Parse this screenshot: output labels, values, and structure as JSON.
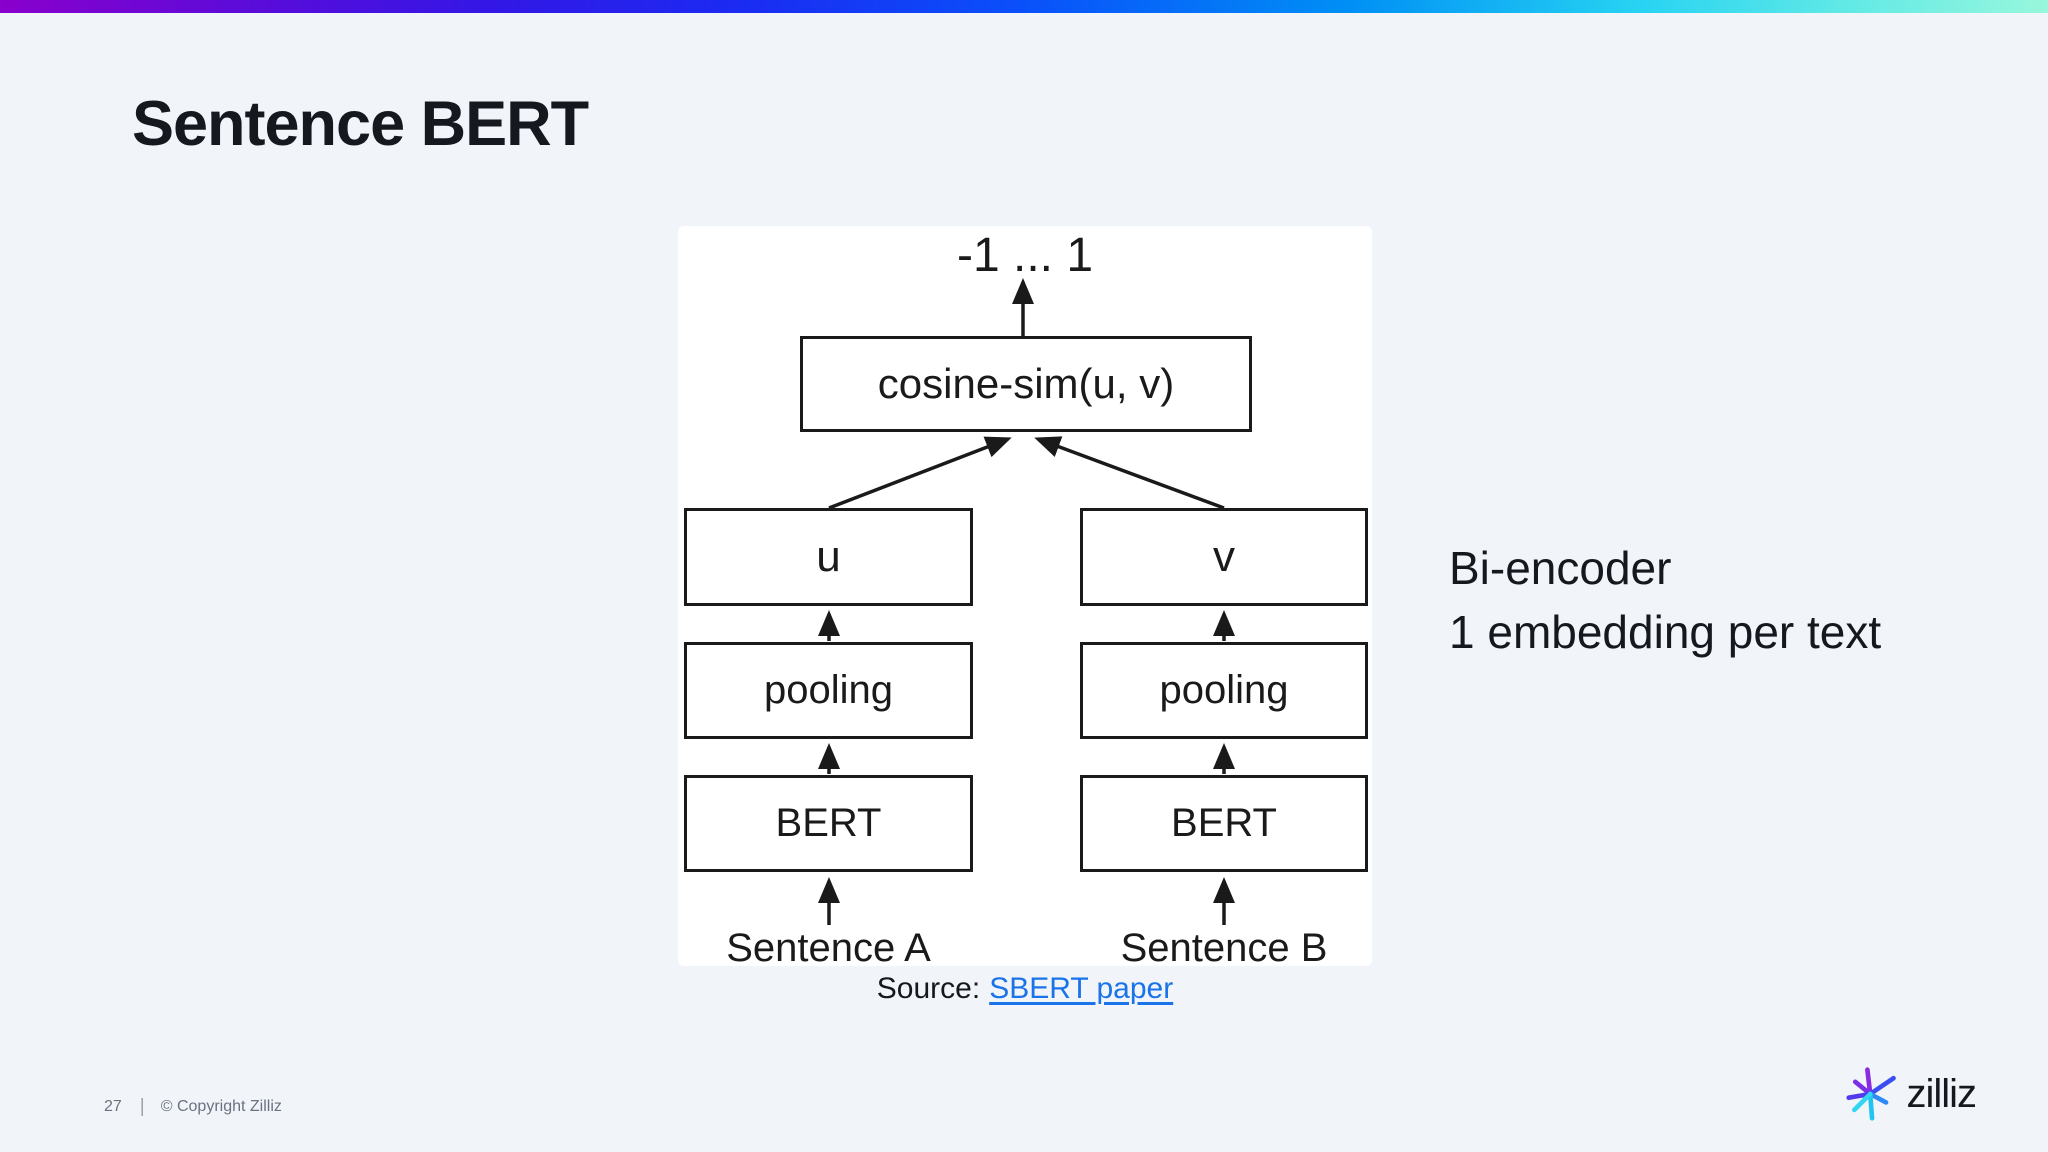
{
  "slide": {
    "title": "Sentence BERT"
  },
  "diagram": {
    "output_range": "-1 ... 1",
    "boxes": {
      "cosine": "cosine-sim(u, v)",
      "u": "u",
      "v": "v",
      "pooling_left": "pooling",
      "pooling_right": "pooling",
      "bert_left": "BERT",
      "bert_right": "BERT"
    },
    "inputs": {
      "sentence_a": "Sentence A",
      "sentence_b": "Sentence B"
    }
  },
  "annotation": {
    "line1": "Bi-encoder",
    "line2": "1 embedding per text"
  },
  "source": {
    "prefix": "Source:",
    "link_label": "SBERT paper"
  },
  "footer": {
    "page_number": "27",
    "copyright": "© Copyright Zilliz"
  },
  "logo": {
    "wordmark": "zilliz"
  },
  "colors": {
    "background": "#f1f5f9",
    "accent_gradient": [
      "#8a00cc",
      "#1b2bf2",
      "#0a50fa",
      "#27d3f2",
      "#98f7dc"
    ],
    "link_blue": "#1a73e8",
    "diagram_ink": "#1a1a1a",
    "footer_gray": "#6b7280"
  }
}
